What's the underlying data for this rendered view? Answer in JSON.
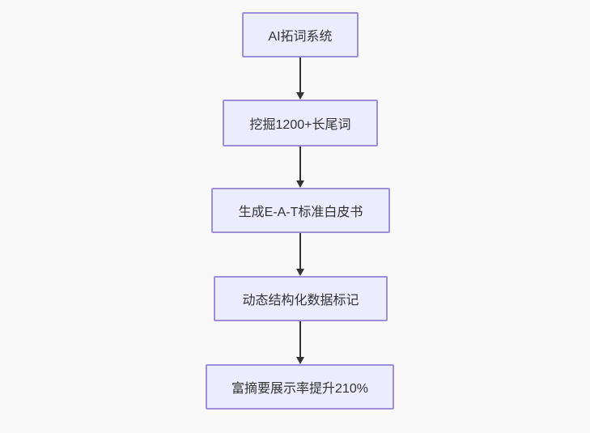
{
  "diagram": {
    "type": "flowchart",
    "direction": "top-down",
    "nodes": [
      {
        "id": "step-1",
        "label": "AI拓词系统"
      },
      {
        "id": "step-2",
        "label": "挖掘1200+长尾词"
      },
      {
        "id": "step-3",
        "label": "生成E-A-T标准白皮书"
      },
      {
        "id": "step-4",
        "label": "动态结构化数据标记"
      },
      {
        "id": "step-5",
        "label": "富摘要展示率提升210%"
      }
    ],
    "edges": [
      {
        "from": "step-1",
        "to": "step-2"
      },
      {
        "from": "step-2",
        "to": "step-3"
      },
      {
        "from": "step-3",
        "to": "step-4"
      },
      {
        "from": "step-4",
        "to": "step-5"
      }
    ],
    "colors": {
      "node_fill": "#ececff",
      "node_border": "#9d8ddb",
      "node_text": "#333333",
      "arrow": "#333333",
      "background": "#f8f8f8"
    }
  }
}
